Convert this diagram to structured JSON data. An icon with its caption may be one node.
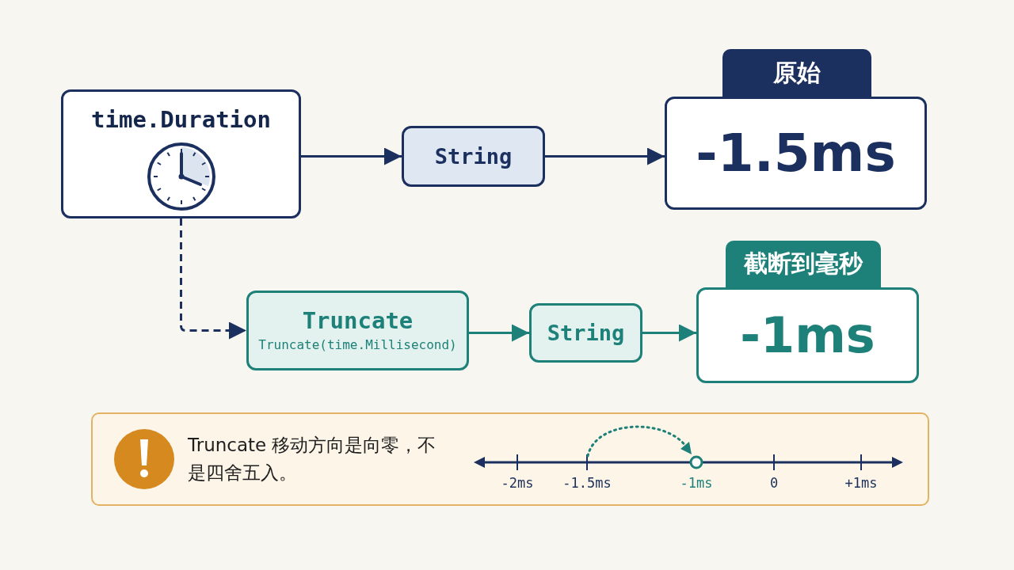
{
  "diagram": {
    "nodes": [
      {
        "text": [
          "time.Duration"
        ]
      },
      {
        "text": [
          "String"
        ]
      },
      {
        "text": [
          "原始",
          "-1.5ms"
        ]
      },
      {
        "text": [
          "Truncate",
          "Truncate(time.Millisecond)"
        ]
      },
      {
        "text": [
          "String"
        ]
      },
      {
        "text": [
          "截断到毫秒",
          "-1ms"
        ]
      },
      {
        "text": [
          "Truncate 移动方向是向零，不是四舍五入。"
        ]
      }
    ],
    "edges": [
      {
        "from": 0,
        "to": 1,
        "arrow": "to"
      },
      {
        "from": 1,
        "to": 2,
        "arrow": "to"
      },
      {
        "from": 0,
        "to": 3,
        "arrow": "to",
        "style": "dashed"
      },
      {
        "from": 3,
        "to": 4,
        "arrow": "to",
        "color": "#1d8079"
      },
      {
        "from": 4,
        "to": 5,
        "arrow": "to",
        "color": "#1d8079"
      }
    ],
    "labels": [
      "-2ms",
      "-1.5ms",
      "-1ms",
      "0",
      "+1ms"
    ]
  }
}
